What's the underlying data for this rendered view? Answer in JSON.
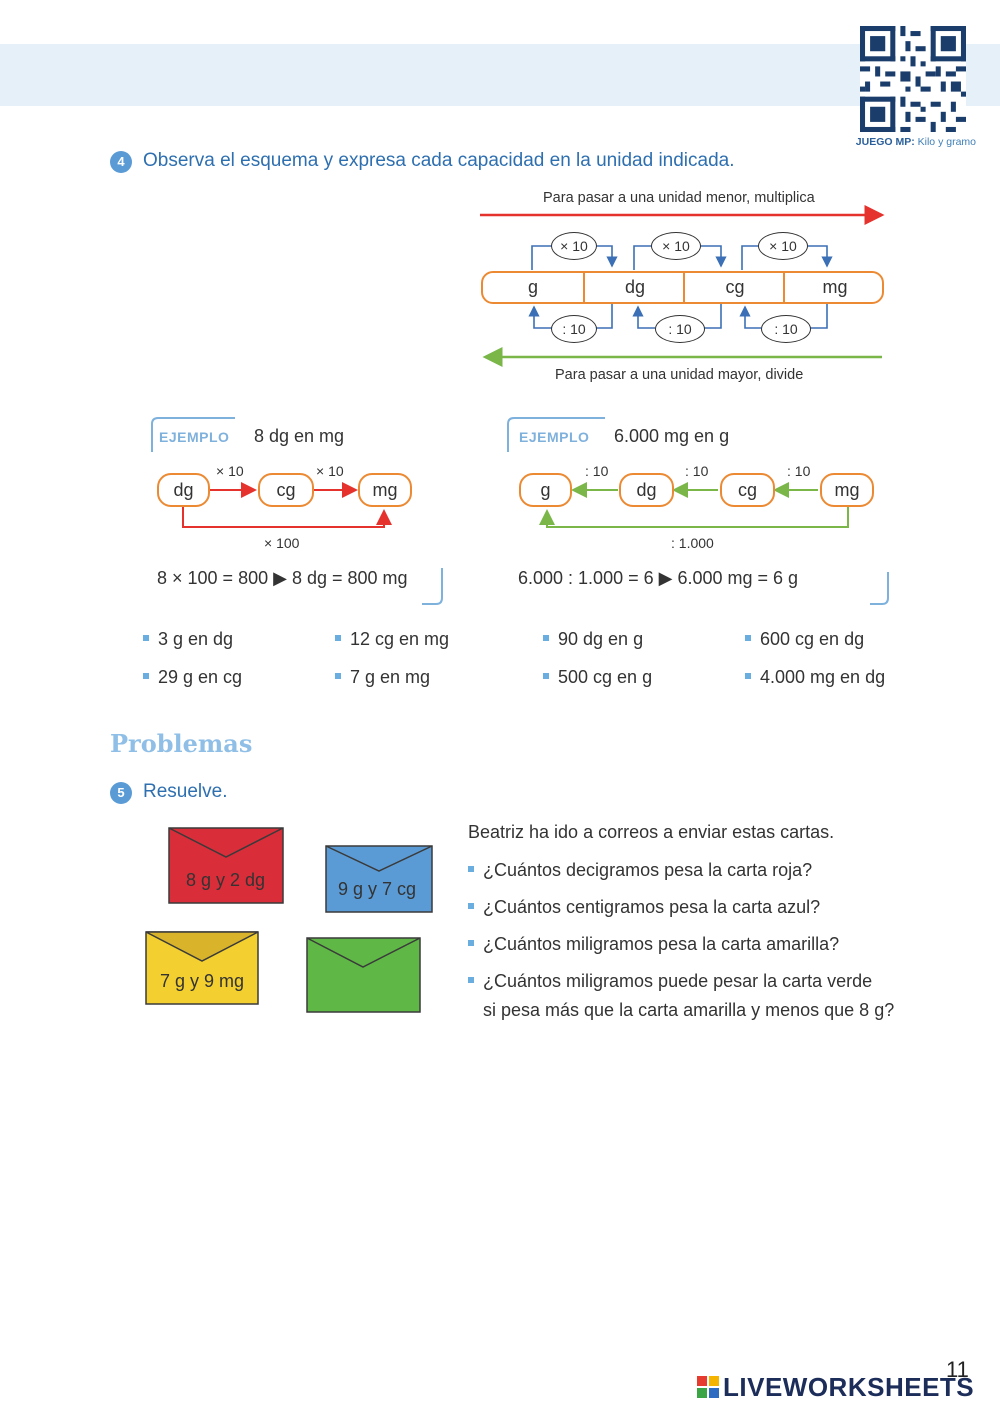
{
  "header": {
    "qr_caption_bold": "JUEGO MP:",
    "qr_caption_text": "Kilo y gramo"
  },
  "exercise4": {
    "number": "4",
    "title": "Observa el esquema y expresa cada capacidad en la unidad indicada.",
    "scheme": {
      "top_label": "Para pasar a una unidad menor, multiplica",
      "bottom_label": "Para pasar a una unidad mayor, divide",
      "units": [
        "g",
        "dg",
        "cg",
        "mg"
      ],
      "multiply_ops": [
        "× 10",
        "× 10",
        "× 10"
      ],
      "divide_ops": [
        ": 10",
        ": 10",
        ": 10"
      ],
      "colors": {
        "top_arrow": "#e5322d",
        "bottom_arrow": "#7ab648",
        "unit_border": "#ec8a33",
        "connector": "#3b6fb6"
      }
    },
    "example1": {
      "label": "EJEMPLO",
      "title": "8 dg en mg",
      "units": [
        "dg",
        "cg",
        "mg"
      ],
      "step_ops": [
        "× 10",
        "× 10"
      ],
      "total_op": "× 100",
      "calc": "8 × 100 = 800 ▶ 8 dg = 800 mg"
    },
    "example2": {
      "label": "EJEMPLO",
      "title": "6.000 mg en g",
      "units": [
        "g",
        "dg",
        "cg",
        "mg"
      ],
      "step_ops": [
        ": 10",
        ": 10",
        ": 10"
      ],
      "total_op": ": 1.000",
      "calc": "6.000 : 1.000 = 6 ▶ 6.000 mg = 6 g"
    },
    "items": [
      [
        "3 g en dg",
        "12 cg en mg",
        "90 dg en g",
        "600 cg en dg"
      ],
      [
        "29 g en cg",
        "7 g en mg",
        "500 cg en g",
        "4.000 mg en dg"
      ]
    ]
  },
  "problems": {
    "heading": "Problemas",
    "exercise5": {
      "number": "5",
      "title": "Resuelve.",
      "envelopes": [
        {
          "label": "8 g y 2 dg",
          "color": "#d92e3a"
        },
        {
          "label": "9 g y 7 cg",
          "color": "#5b9bd5"
        },
        {
          "label": "7 g y 9 mg",
          "color": "#f3d02f"
        },
        {
          "label": "",
          "color": "#5fb846"
        }
      ],
      "intro": "Beatriz ha ido a correos a enviar estas cartas.",
      "questions": [
        "¿Cuántos decigramos pesa la carta roja?",
        "¿Cuántos centigramos pesa la carta azul?",
        "¿Cuántos miligramos pesa la carta amarilla?",
        "¿Cuántos miligramos puede pesar la carta verde",
        "si pesa más que la carta amarilla y menos que 8 g?"
      ]
    }
  },
  "footer": {
    "page_number": "11",
    "logo_text": "LIVEWORKSHEETS"
  }
}
